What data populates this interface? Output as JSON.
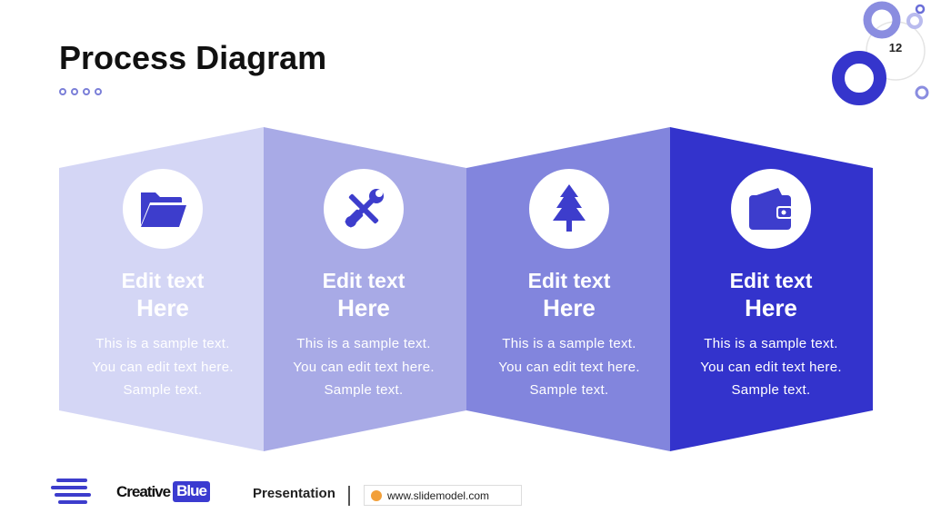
{
  "slide": {
    "title": "Process Diagram",
    "page_number": "12"
  },
  "colors": {
    "panel_1": "#d4d6f5",
    "panel_2": "#a8aae6",
    "panel_3": "#8285dd",
    "panel_4": "#3333cc",
    "accent": "#3d3dcc"
  },
  "panels": [
    {
      "icon": "folder-icon",
      "heading_line1": "Edit text",
      "heading_line2": "Here",
      "body_line1": "This is a sample text.",
      "body_line2": "You can edit text here.",
      "body_line3": "Sample text."
    },
    {
      "icon": "tools-icon",
      "heading_line1": "Edit text",
      "heading_line2": "Here",
      "body_line1": "This is a sample text.",
      "body_line2": "You can edit text here.",
      "body_line3": "Sample text."
    },
    {
      "icon": "tree-icon",
      "heading_line1": "Edit text",
      "heading_line2": "Here",
      "body_line1": "This is a sample text.",
      "body_line2": "You can edit text here.",
      "body_line3": "Sample text."
    },
    {
      "icon": "wallet-icon",
      "heading_line1": "Edit text",
      "heading_line2": "Here",
      "body_line1": "This is a sample text.",
      "body_line2": "You can edit text here.",
      "body_line3": "Sample text."
    }
  ],
  "footer": {
    "brand_part1": "Creative",
    "brand_part2": "Blue",
    "presentation_label": "Presentation",
    "url": "www.slidemodel.com"
  }
}
